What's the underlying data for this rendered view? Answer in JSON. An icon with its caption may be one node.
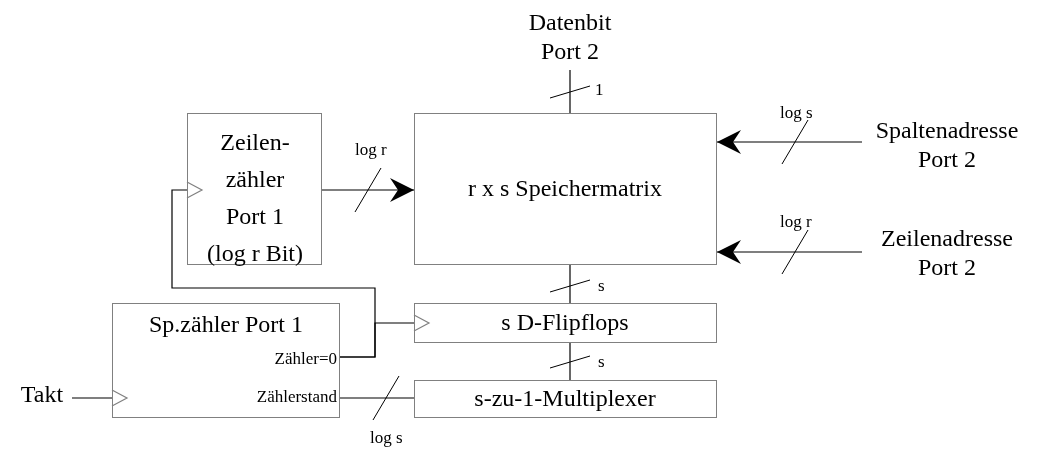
{
  "diagram": {
    "nodes": [
      {
        "text": [
          "Zeilen- zähler Port 1 (log r Bit)"
        ]
      },
      {
        "text": [
          "r x s Speichermatrix"
        ]
      },
      {
        "text": [
          "Datenbit Port 2"
        ]
      },
      {
        "text": [
          "Spaltenadresse Port 2"
        ]
      },
      {
        "text": [
          "Zeilenadresse Port 2"
        ]
      },
      {
        "text": [
          "Sp.zähler Port 1",
          "Zähler=0",
          "Zählerstand"
        ]
      },
      {
        "text": [
          "s D-Flipflops"
        ]
      },
      {
        "text": [
          "s-zu-1-Multiplexer"
        ]
      },
      {
        "text": [
          "Takt"
        ]
      }
    ],
    "edges": [
      {
        "from": 2,
        "to": 1,
        "arrow": "none",
        "label": "1"
      },
      {
        "from": 0,
        "to": 1,
        "arrow": "to",
        "label": "log r"
      },
      {
        "from": 3,
        "to": 1,
        "arrow": "to",
        "label": "log s"
      },
      {
        "from": 4,
        "to": 1,
        "arrow": "to",
        "label": "log r"
      },
      {
        "from": 1,
        "to": 6,
        "arrow": "none",
        "label": "s"
      },
      {
        "from": 6,
        "to": 7,
        "arrow": "none",
        "label": "s"
      },
      {
        "from": 5,
        "to": 7,
        "arrow": "none",
        "label": "log s"
      },
      {
        "from": 5,
        "to": 0,
        "arrow": "to"
      },
      {
        "from": 5,
        "to": 6,
        "arrow": "to"
      },
      {
        "from": 8,
        "to": 5,
        "arrow": "to"
      }
    ]
  }
}
